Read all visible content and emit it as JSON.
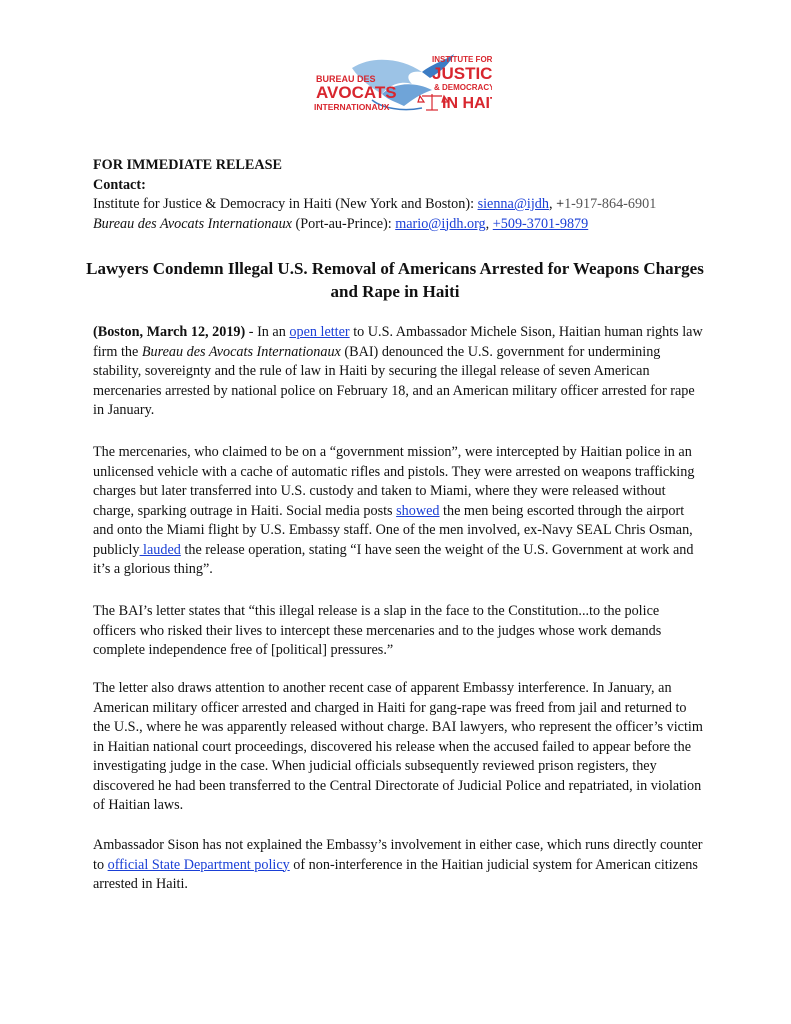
{
  "logo": {
    "left_text": [
      "BUREAU DES",
      "AVOCATS",
      "INTERNATIONAUX"
    ],
    "right_text": [
      "INSTITUTE FOR",
      "JUSTICE",
      "& DEMOCRACY",
      "IN HAITI"
    ],
    "colors": {
      "red": "#d8262e",
      "blue": "#3c7cc4",
      "light_blue": "#9cc3e6"
    },
    "icons": [
      "dove-icon",
      "scales-of-justice-icon"
    ]
  },
  "header": {
    "release": "FOR IMMEDIATE RELEASE",
    "contact_label": "Contact:",
    "contact1_org": "Institute for Justice & Democracy in Haiti (New York and Boston): ",
    "contact1_email": "sienna@ijdh",
    "contact1_sep": ", +",
    "contact1_phone": "1-917-864-6901",
    "contact2_org": "Bureau des Avocats Internationaux",
    "contact2_place": " (Port-au-Prince): ",
    "contact2_email": "mario@ijdh.org",
    "contact2_sep": ", ",
    "contact2_phone": "+509-3701-9879"
  },
  "title": "Lawyers Condemn Illegal U.S. Removal of Americans Arrested for Weapons Charges and Rape in Haiti",
  "paragraphs": {
    "p1": {
      "dateline": "(Boston, March 12, 2019)",
      "a": " - In an ",
      "link": "open letter",
      "b": " to U.S. Ambassador Michele Sison, Haitian human rights law firm the ",
      "italic": "Bureau des Avocats Internationaux",
      "c": " (BAI) denounced the U.S. government for undermining stability, sovereignty and the rule of law in Haiti by securing the illegal release of seven American mercenaries arrested by national police on February 18, and an American military officer arrested for rape in January."
    },
    "p2": {
      "a": "The mercenaries, who claimed to be on a “government mission”, were intercepted by Haitian police in an unlicensed vehicle with a cache of automatic rifles and pistols. They were arrested on weapons trafficking charges but later transferred into U.S. custody and taken to Miami, where they were released without charge, sparking outrage in Haiti. Social media posts ",
      "link1": "showed",
      "b": " the men being escorted through the airport and onto the Miami flight by U.S. Embassy staff. One of the men involved, ex-Navy SEAL Chris Osman, publicly",
      "link2": " lauded",
      "c": " the release operation, stating “I have seen the weight of the U.S. Government at work and it’s a glorious thing”."
    },
    "p3": "The BAI’s letter states that “this illegal release is a slap in the face to the Constitution...to the police officers who risked their lives to intercept these mercenaries and to the judges whose work demands complete independence free of [political] pressures.”",
    "p4": "The letter also draws attention to another recent case of apparent Embassy interference. In January, an American military officer arrested and charged in Haiti for gang-rape was freed from jail and returned to the U.S., where he was apparently released without charge. BAI lawyers, who represent the officer’s victim in Haitian national court proceedings, discovered his release when the accused failed to appear before the investigating judge in the case.  When judicial officials subsequently reviewed prison registers, they discovered he had been transferred to the Central Directorate of Judicial Police and repatriated, in violation of Haitian laws.",
    "p5": {
      "a": "Ambassador Sison has not explained the Embassy’s involvement in either case, which runs directly counter to ",
      "link": "official State Department policy",
      "b": " of non-interference in the Haitian judicial system for American citizens arrested in Haiti."
    }
  }
}
